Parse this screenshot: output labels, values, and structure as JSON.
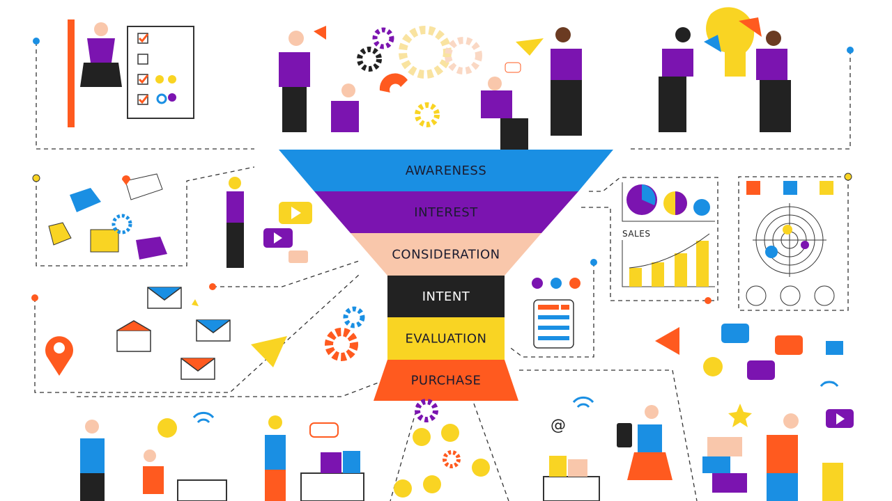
{
  "funnel": {
    "stages": [
      {
        "label": "AWARENESS",
        "color": "#1a8fe3",
        "text_color": "#1b1b2f"
      },
      {
        "label": "INTEREST",
        "color": "#7b14b0",
        "text_color": "#1b1b2f"
      },
      {
        "label": "CONSIDERATION",
        "color": "#f9c7ab",
        "text_color": "#1b1b2f"
      },
      {
        "label": "INTENT",
        "color": "#222222",
        "text_color": "#ffffff"
      },
      {
        "label": "EVALUATION",
        "color": "#f9d423",
        "text_color": "#1b1b2f"
      },
      {
        "label": "PURCHASE",
        "color": "#ff5a1f",
        "text_color": "#1b1b2f"
      }
    ]
  },
  "sales_panel": {
    "label": "SALES"
  },
  "email_panel": {
    "at_sign": "@"
  },
  "palette": {
    "blue": "#1a8fe3",
    "purple": "#7b14b0",
    "yellow": "#f9d423",
    "orange": "#ff5a1f",
    "peach": "#f9c7ab",
    "dark": "#222222"
  }
}
